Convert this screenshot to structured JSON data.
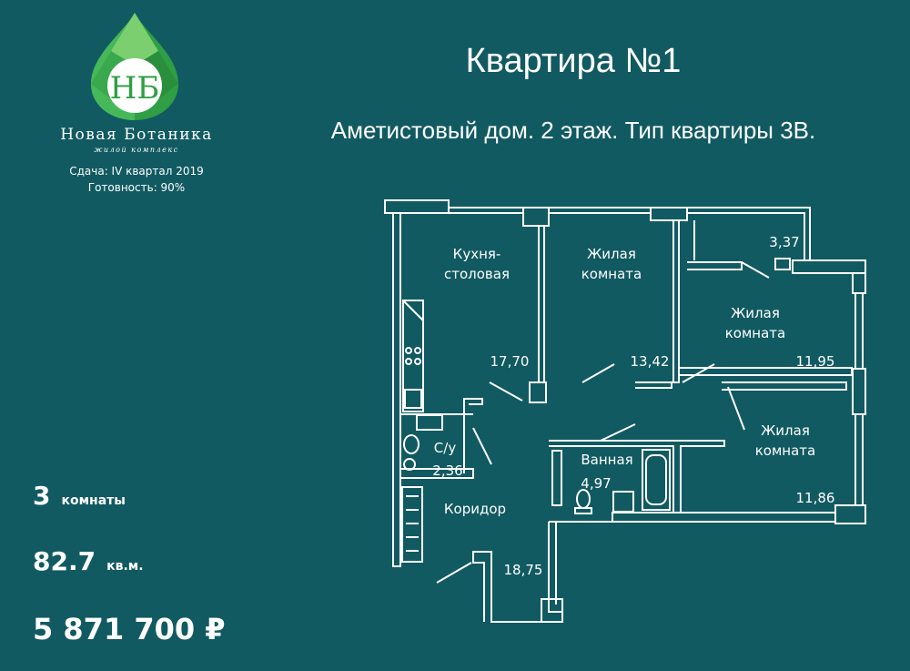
{
  "brand": {
    "name": "Новая Ботаника",
    "subtitle": "жилой комплекс",
    "logo_letters": "НБ",
    "logo_icon": "green-gem-drop-icon"
  },
  "project": {
    "delivery": "Сдача: IV квартал 2019",
    "readiness": "Готовность: 90%"
  },
  "header": {
    "title": "Квартира №1",
    "subtitle": "Аметистовый дом. 2 этаж. Тип квартиры 3В."
  },
  "stats": {
    "rooms_value": "3",
    "rooms_unit": "комнаты",
    "area_value": "82.7",
    "area_unit": "кв.м.",
    "price": "5 871 700 ₽"
  },
  "rooms": [
    {
      "name": "Кухня-\nстоловая",
      "area": "17,70"
    },
    {
      "name": "Жилая\nкомната",
      "area": "13,42"
    },
    {
      "name": "Жилая\nкомната",
      "area": "11,95"
    },
    {
      "name": "Жилая\nкомната",
      "area": "11,86"
    },
    {
      "name": "Ванная",
      "area": "4,97"
    },
    {
      "name": "С/у",
      "area": "2,36"
    },
    {
      "name": "Коридор",
      "area": "18,75"
    },
    {
      "name": "",
      "area": "3,37"
    }
  ],
  "colors": {
    "background": "#115a62",
    "text": "#ffffff",
    "gem_green": "#3cb04a"
  }
}
